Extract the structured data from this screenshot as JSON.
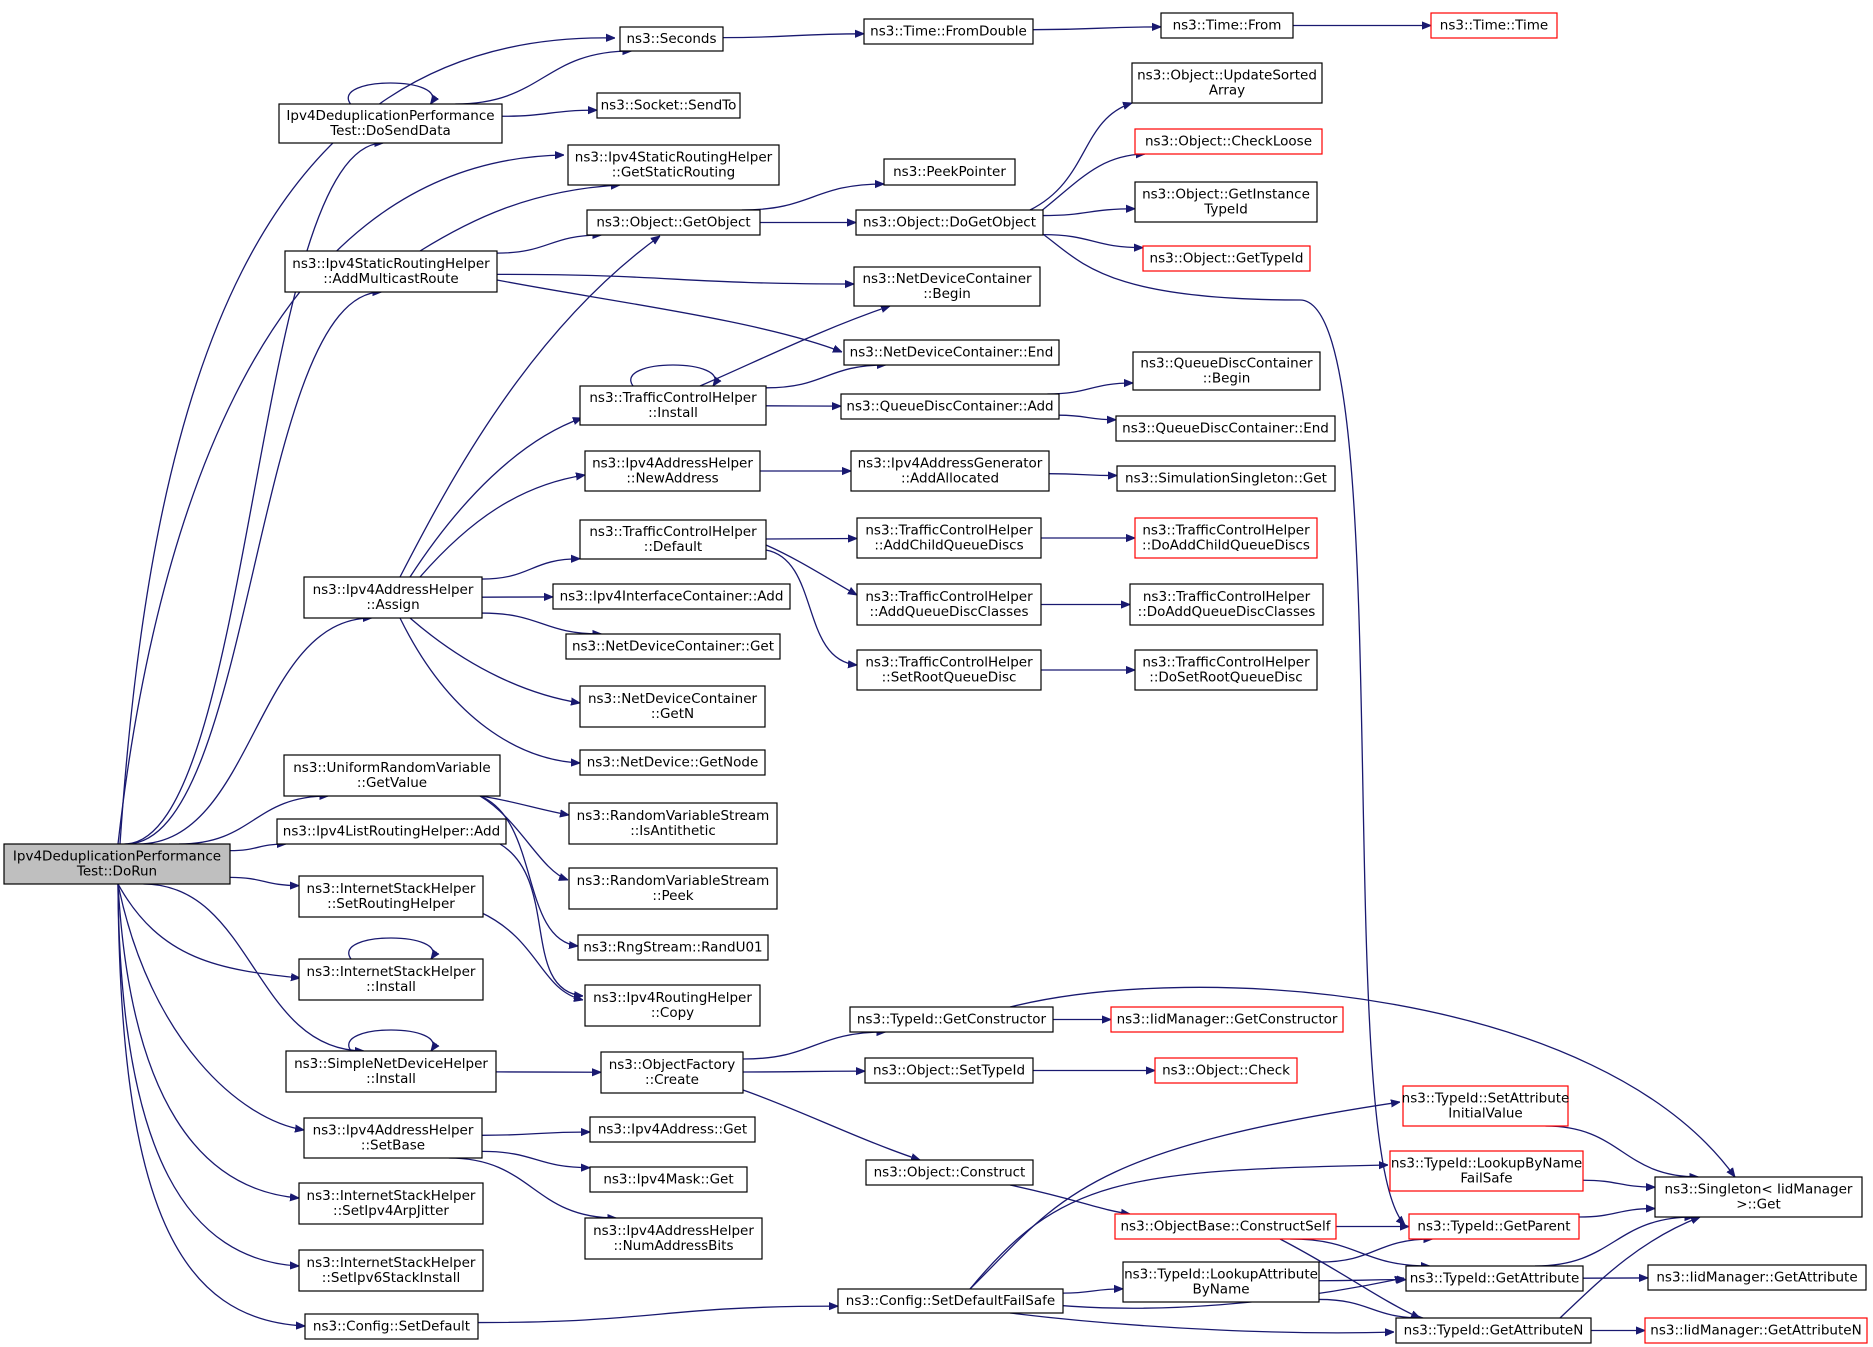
{
  "graph": {
    "nodes": [
      {
        "id": "dorun",
        "lines": [
          "Ipv4DeduplicationPerformance",
          "Test::DoRun"
        ],
        "style": "root"
      },
      {
        "id": "dosend",
        "lines": [
          "Ipv4DeduplicationPerformance",
          "Test::DoSendData"
        ]
      },
      {
        "id": "seconds",
        "lines": [
          "ns3::Seconds"
        ]
      },
      {
        "id": "fromdouble",
        "lines": [
          "ns3::Time::FromDouble"
        ]
      },
      {
        "id": "timefrom",
        "lines": [
          "ns3::Time::From"
        ]
      },
      {
        "id": "timetime",
        "lines": [
          "ns3::Time::Time"
        ],
        "style": "red"
      },
      {
        "id": "sendto",
        "lines": [
          "ns3::Socket::SendTo"
        ]
      },
      {
        "id": "getstaticrouting",
        "lines": [
          "ns3::Ipv4StaticRoutingHelper",
          "::GetStaticRouting"
        ]
      },
      {
        "id": "addmulticast",
        "lines": [
          "ns3::Ipv4StaticRoutingHelper",
          "::AddMulticastRoute"
        ]
      },
      {
        "id": "getobject",
        "lines": [
          "ns3::Object::GetObject"
        ]
      },
      {
        "id": "peekpointer",
        "lines": [
          "ns3::PeekPointer"
        ]
      },
      {
        "id": "dogetobject",
        "lines": [
          "ns3::Object::DoGetObject"
        ]
      },
      {
        "id": "updatesorted",
        "lines": [
          "ns3::Object::UpdateSorted",
          "Array"
        ]
      },
      {
        "id": "checkloose",
        "lines": [
          "ns3::Object::CheckLoose"
        ],
        "style": "red"
      },
      {
        "id": "getinstancetypeid",
        "lines": [
          "ns3::Object::GetInstance",
          "TypeId"
        ]
      },
      {
        "id": "objgettypeid",
        "lines": [
          "ns3::Object::GetTypeId"
        ],
        "style": "red"
      },
      {
        "id": "ndcbegin",
        "lines": [
          "ns3::NetDeviceContainer",
          "::Begin"
        ]
      },
      {
        "id": "ndcend",
        "lines": [
          "ns3::NetDeviceContainer::End"
        ]
      },
      {
        "id": "tchinstall",
        "lines": [
          "ns3::TrafficControlHelper",
          "::Install"
        ]
      },
      {
        "id": "qdcadd",
        "lines": [
          "ns3::QueueDiscContainer::Add"
        ]
      },
      {
        "id": "qdcbegin",
        "lines": [
          "ns3::QueueDiscContainer",
          "::Begin"
        ]
      },
      {
        "id": "qdcend",
        "lines": [
          "ns3::QueueDiscContainer::End"
        ]
      },
      {
        "id": "newaddress",
        "lines": [
          "ns3::Ipv4AddressHelper",
          "::NewAddress"
        ]
      },
      {
        "id": "addallocated",
        "lines": [
          "ns3::Ipv4AddressGenerator",
          "::AddAllocated"
        ]
      },
      {
        "id": "simsingleton",
        "lines": [
          "ns3::SimulationSingleton::Get"
        ]
      },
      {
        "id": "tchdefault",
        "lines": [
          "ns3::TrafficControlHelper",
          "::Default"
        ]
      },
      {
        "id": "addchildqd",
        "lines": [
          "ns3::TrafficControlHelper",
          "::AddChildQueueDiscs"
        ]
      },
      {
        "id": "doaddchildqd",
        "lines": [
          "ns3::TrafficControlHelper",
          "::DoAddChildQueueDiscs"
        ],
        "style": "red"
      },
      {
        "id": "addqdclasses",
        "lines": [
          "ns3::TrafficControlHelper",
          "::AddQueueDiscClasses"
        ]
      },
      {
        "id": "doaddqdclasses",
        "lines": [
          "ns3::TrafficControlHelper",
          "::DoAddQueueDiscClasses"
        ]
      },
      {
        "id": "setrootqd",
        "lines": [
          "ns3::TrafficControlHelper",
          "::SetRootQueueDisc"
        ]
      },
      {
        "id": "dosetrootqd",
        "lines": [
          "ns3::TrafficControlHelper",
          "::DoSetRootQueueDisc"
        ]
      },
      {
        "id": "assign",
        "lines": [
          "ns3::Ipv4AddressHelper",
          "::Assign"
        ]
      },
      {
        "id": "ipv4icadd",
        "lines": [
          "ns3::Ipv4InterfaceContainer::Add"
        ]
      },
      {
        "id": "ndcget",
        "lines": [
          "ns3::NetDeviceContainer::Get"
        ]
      },
      {
        "id": "ndcgetn",
        "lines": [
          "ns3::NetDeviceContainer",
          "::GetN"
        ]
      },
      {
        "id": "ndgetnode",
        "lines": [
          "ns3::NetDevice::GetNode"
        ]
      },
      {
        "id": "urvgetvalue",
        "lines": [
          "ns3::UniformRandomVariable",
          "::GetValue"
        ]
      },
      {
        "id": "isantithetic",
        "lines": [
          "ns3::RandomVariableStream",
          "::IsAntithetic"
        ]
      },
      {
        "id": "rvspeek",
        "lines": [
          "ns3::RandomVariableStream",
          "::Peek"
        ]
      },
      {
        "id": "randu01",
        "lines": [
          "ns3::RngStream::RandU01"
        ]
      },
      {
        "id": "listroutingadd",
        "lines": [
          "ns3::Ipv4ListRoutingHelper::Add"
        ]
      },
      {
        "id": "setroutinghelper",
        "lines": [
          "ns3::InternetStackHelper",
          "::SetRoutingHelper"
        ]
      },
      {
        "id": "ishinstall",
        "lines": [
          "ns3::InternetStackHelper",
          "::Install"
        ]
      },
      {
        "id": "routingcopy",
        "lines": [
          "ns3::Ipv4RoutingHelper",
          "::Copy"
        ]
      },
      {
        "id": "snhinstall",
        "lines": [
          "ns3::SimpleNetDeviceHelper",
          "::Install"
        ]
      },
      {
        "id": "ofcreate",
        "lines": [
          "ns3::ObjectFactory",
          "::Create"
        ]
      },
      {
        "id": "getconstructor",
        "lines": [
          "ns3::TypeId::GetConstructor"
        ]
      },
      {
        "id": "iidgetconstructor",
        "lines": [
          "ns3::IidManager::GetConstructor"
        ],
        "style": "red"
      },
      {
        "id": "settypeid",
        "lines": [
          "ns3::Object::SetTypeId"
        ]
      },
      {
        "id": "objcheck",
        "lines": [
          "ns3::Object::Check"
        ],
        "style": "red"
      },
      {
        "id": "objconstruct",
        "lines": [
          "ns3::Object::Construct"
        ]
      },
      {
        "id": "constructself",
        "lines": [
          "ns3::ObjectBase::ConstructSelf"
        ],
        "style": "red"
      },
      {
        "id": "setbase",
        "lines": [
          "ns3::Ipv4AddressHelper",
          "::SetBase"
        ]
      },
      {
        "id": "ipv4addrget",
        "lines": [
          "ns3::Ipv4Address::Get"
        ]
      },
      {
        "id": "ipv4maskget",
        "lines": [
          "ns3::Ipv4Mask::Get"
        ]
      },
      {
        "id": "numaddrbits",
        "lines": [
          "ns3::Ipv4AddressHelper",
          "::NumAddressBits"
        ]
      },
      {
        "id": "setarpjitter",
        "lines": [
          "ns3::InternetStackHelper",
          "::SetIpv4ArpJitter"
        ]
      },
      {
        "id": "setipv6",
        "lines": [
          "ns3::InternetStackHelper",
          "::SetIpv6StackInstall"
        ]
      },
      {
        "id": "configsetdefault",
        "lines": [
          "ns3::Config::SetDefault"
        ]
      },
      {
        "id": "setdefaultfailsafe",
        "lines": [
          "ns3::Config::SetDefaultFailSafe"
        ]
      },
      {
        "id": "setattrinitial",
        "lines": [
          "ns3::TypeId::SetAttribute",
          "InitialValue"
        ],
        "style": "red"
      },
      {
        "id": "lookupbyname",
        "lines": [
          "ns3::TypeId::LookupByName",
          "FailSafe"
        ],
        "style": "red"
      },
      {
        "id": "singletonget",
        "lines": [
          "ns3::Singleton< IidManager",
          " >::Get"
        ]
      },
      {
        "id": "getparent",
        "lines": [
          "ns3::TypeId::GetParent"
        ],
        "style": "red"
      },
      {
        "id": "lookupattr",
        "lines": [
          "ns3::TypeId::LookupAttribute",
          "ByName"
        ]
      },
      {
        "id": "getattribute",
        "lines": [
          "ns3::TypeId::GetAttribute"
        ]
      },
      {
        "id": "iidgetattribute",
        "lines": [
          "ns3::IidManager::GetAttribute"
        ]
      },
      {
        "id": "getattributen",
        "lines": [
          "ns3::TypeId::GetAttributeN"
        ]
      },
      {
        "id": "iidgetattributen",
        "lines": [
          "ns3::IidManager::GetAttributeN"
        ],
        "style": "red"
      }
    ],
    "edges": [
      [
        "dorun",
        "seconds"
      ],
      [
        "dorun",
        "dosend"
      ],
      [
        "dorun",
        "getstaticrouting"
      ],
      [
        "dorun",
        "addmulticast"
      ],
      [
        "dorun",
        "assign"
      ],
      [
        "dorun",
        "urvgetvalue"
      ],
      [
        "dorun",
        "listroutingadd"
      ],
      [
        "dorun",
        "setroutinghelper"
      ],
      [
        "dorun",
        "ishinstall"
      ],
      [
        "dorun",
        "snhinstall"
      ],
      [
        "dorun",
        "setbase"
      ],
      [
        "dorun",
        "setarpjitter"
      ],
      [
        "dorun",
        "setipv6"
      ],
      [
        "dorun",
        "configsetdefault"
      ],
      [
        "dosend",
        "dosend"
      ],
      [
        "dosend",
        "seconds"
      ],
      [
        "dosend",
        "sendto"
      ],
      [
        "seconds",
        "fromdouble"
      ],
      [
        "fromdouble",
        "timefrom"
      ],
      [
        "timefrom",
        "timetime"
      ],
      [
        "addmulticast",
        "getstaticrouting"
      ],
      [
        "addmulticast",
        "getobject"
      ],
      [
        "addmulticast",
        "ndcbegin"
      ],
      [
        "addmulticast",
        "ndcend"
      ],
      [
        "getobject",
        "peekpointer"
      ],
      [
        "getobject",
        "dogetobject"
      ],
      [
        "dogetobject",
        "updatesorted"
      ],
      [
        "dogetobject",
        "checkloose"
      ],
      [
        "dogetobject",
        "getinstancetypeid"
      ],
      [
        "dogetobject",
        "objgettypeid"
      ],
      [
        "dogetobject",
        "getparent"
      ],
      [
        "tchinstall",
        "tchinstall"
      ],
      [
        "tchinstall",
        "ndcbegin"
      ],
      [
        "tchinstall",
        "ndcend"
      ],
      [
        "tchinstall",
        "qdcadd"
      ],
      [
        "qdcadd",
        "qdcbegin"
      ],
      [
        "qdcadd",
        "qdcend"
      ],
      [
        "newaddress",
        "addallocated"
      ],
      [
        "addallocated",
        "simsingleton"
      ],
      [
        "tchdefault",
        "addchildqd"
      ],
      [
        "tchdefault",
        "addqdclasses"
      ],
      [
        "tchdefault",
        "setrootqd"
      ],
      [
        "addchildqd",
        "doaddchildqd"
      ],
      [
        "addqdclasses",
        "doaddqdclasses"
      ],
      [
        "setrootqd",
        "dosetrootqd"
      ],
      [
        "assign",
        "getobject"
      ],
      [
        "assign",
        "tchinstall"
      ],
      [
        "assign",
        "newaddress"
      ],
      [
        "assign",
        "tchdefault"
      ],
      [
        "assign",
        "ipv4icadd"
      ],
      [
        "assign",
        "ndcget"
      ],
      [
        "assign",
        "ndcgetn"
      ],
      [
        "assign",
        "ndgetnode"
      ],
      [
        "urvgetvalue",
        "isantithetic"
      ],
      [
        "urvgetvalue",
        "rvspeek"
      ],
      [
        "urvgetvalue",
        "randu01"
      ],
      [
        "listroutingadd",
        "routingcopy"
      ],
      [
        "setroutinghelper",
        "routingcopy"
      ],
      [
        "ishinstall",
        "ishinstall"
      ],
      [
        "snhinstall",
        "snhinstall"
      ],
      [
        "snhinstall",
        "ofcreate"
      ],
      [
        "ofcreate",
        "getconstructor"
      ],
      [
        "ofcreate",
        "settypeid"
      ],
      [
        "ofcreate",
        "objconstruct"
      ],
      [
        "getconstructor",
        "iidgetconstructor"
      ],
      [
        "getconstructor",
        "singletonget"
      ],
      [
        "settypeid",
        "objcheck"
      ],
      [
        "objconstruct",
        "constructself"
      ],
      [
        "constructself",
        "getparent"
      ],
      [
        "constructself",
        "getattribute"
      ],
      [
        "constructself",
        "getattributen"
      ],
      [
        "setbase",
        "ipv4addrget"
      ],
      [
        "setbase",
        "ipv4maskget"
      ],
      [
        "setbase",
        "numaddrbits"
      ],
      [
        "configsetdefault",
        "setdefaultfailsafe"
      ],
      [
        "setdefaultfailsafe",
        "setattrinitial"
      ],
      [
        "setdefaultfailsafe",
        "lookupbyname"
      ],
      [
        "setdefaultfailsafe",
        "lookupattr"
      ],
      [
        "setdefaultfailsafe",
        "getattribute"
      ],
      [
        "setdefaultfailsafe",
        "getattributen"
      ],
      [
        "setattrinitial",
        "singletonget"
      ],
      [
        "lookupbyname",
        "singletonget"
      ],
      [
        "getparent",
        "singletonget"
      ],
      [
        "lookupattr",
        "getparent"
      ],
      [
        "lookupattr",
        "getattribute"
      ],
      [
        "lookupattr",
        "getattributen"
      ],
      [
        "getattribute",
        "singletonget"
      ],
      [
        "getattribute",
        "iidgetattribute"
      ],
      [
        "getattributen",
        "singletonget"
      ],
      [
        "getattributen",
        "iidgetattributen"
      ]
    ]
  }
}
